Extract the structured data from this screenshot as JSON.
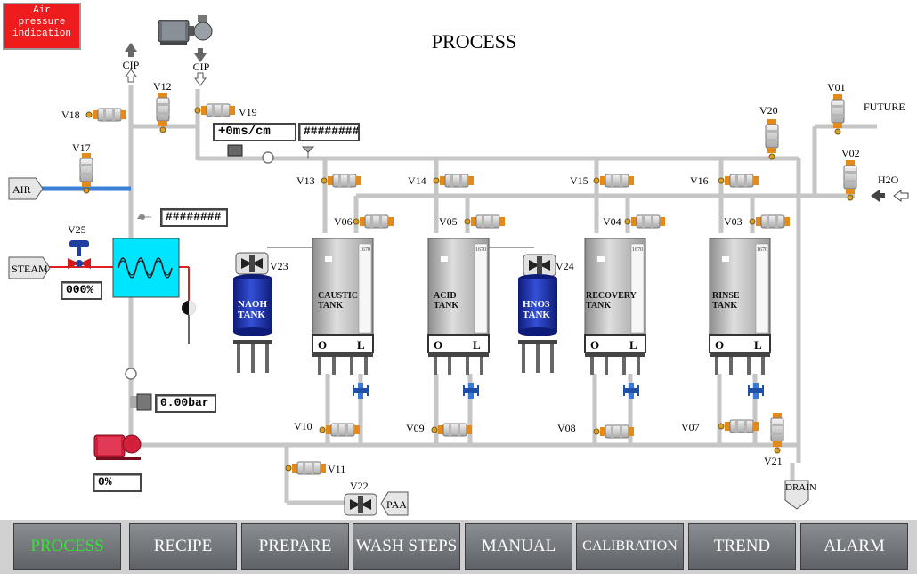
{
  "alarm": {
    "label": "Air\npressure\nindication",
    "color": "#ee1c1c"
  },
  "page_title": "PROCESS",
  "readouts": {
    "conductivity": "+0ms/cm",
    "conductivity_aux": "########",
    "temperature": "########",
    "steam_valve": "000%",
    "pressure": "0.00bar",
    "pump_speed": "0%"
  },
  "labels": {
    "cip_supply": "CIP",
    "cip_return": "CIP",
    "air": "AIR",
    "steam": "STEAM",
    "future": "FUTURE",
    "h2o": "H2O",
    "drain": "DRAIN",
    "paa": "PAA"
  },
  "valves": {
    "v01": "V01",
    "v02": "V02",
    "v03": "V03",
    "v04": "V04",
    "v05": "V05",
    "v06": "V06",
    "v07": "V07",
    "v08": "V08",
    "v09": "V09",
    "v10": "V10",
    "v11": "V11",
    "v12": "V12",
    "v13": "V13",
    "v14": "V14",
    "v15": "V15",
    "v16": "V16",
    "v17": "V17",
    "v18": "V18",
    "v19": "V19",
    "v20": "V20",
    "v21": "V21",
    "v22": "V22",
    "v23": "V23",
    "v24": "V24",
    "v25": "V25"
  },
  "tanks": {
    "caustic": {
      "line1": "CAUSTIC",
      "line2": "TANK",
      "low": "O",
      "level": "L"
    },
    "acid": {
      "line1": "ACID",
      "line2": "TANK",
      "low": "O",
      "level": "L"
    },
    "recovery": {
      "line1": "RECOVERY",
      "line2": "TANK",
      "low": "O",
      "level": "L"
    },
    "rinse": {
      "line1": "RINSE",
      "line2": "TANK",
      "low": "O",
      "level": "L"
    },
    "naoh": {
      "line1": "NAOH",
      "line2": "TANK"
    },
    "hno3": {
      "line1": "HNO3",
      "line2": "TANK"
    },
    "tag": "1670"
  },
  "nav": [
    {
      "label": "PROCESS",
      "active": true
    },
    {
      "label": "RECIPE",
      "active": false
    },
    {
      "label": "PREPARE",
      "active": false
    },
    {
      "label": "WASH STEPS",
      "active": false
    },
    {
      "label": "MANUAL",
      "active": false
    },
    {
      "label": "CALIBRATION",
      "active": false
    },
    {
      "label": "TREND",
      "active": false
    },
    {
      "label": "ALARM",
      "active": false
    }
  ],
  "colors": {
    "pipe": "#c8c8c8",
    "air_line": "#3b7fd6",
    "steam_line": "#e02020",
    "heat_exchanger": "#00e5ff",
    "pump": "#d21f3c",
    "chemical_drum": "#1b2fa8",
    "active_nav": "#33e633"
  }
}
